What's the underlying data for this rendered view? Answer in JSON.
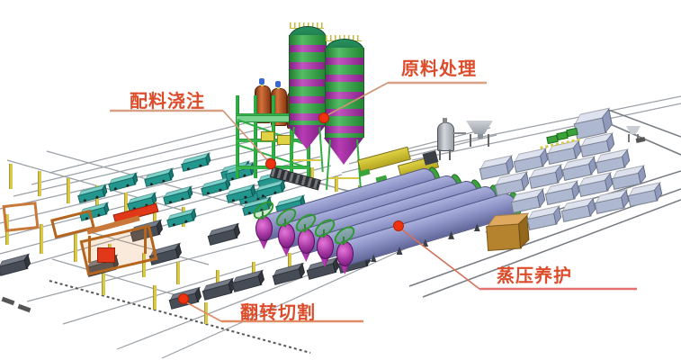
{
  "diagram": {
    "labels": [
      {
        "id": "batching-pouring",
        "text": "配料浇注"
      },
      {
        "id": "raw-material-processing",
        "text": "原料处理"
      },
      {
        "id": "autoclave-curing",
        "text": "蒸压养护"
      },
      {
        "id": "flip-cutting",
        "text": "翻转切割"
      }
    ]
  },
  "colors": {
    "label_text": "#dd4c2a",
    "underline_tan": "#d8a084",
    "underline_pink": "#e57272",
    "underline_salmon": "#e08a66",
    "leader_tan": "#cf9475",
    "leader_red": "#d4705c",
    "marker_red": "#ee3311",
    "marker_edge": "#b81f00",
    "silo_green": "#2fae43",
    "silo_magenta": "#b32fb2",
    "silo_cone_dark": "#6f1c76",
    "silo_cone_light": "#b93bb5",
    "silo_dome": "#1f7a4e",
    "tank_orange": "#d4713a",
    "tank_orange_dark": "#7e3413",
    "valve_blue": "#3a6ad0",
    "platform_green": "#35b54b",
    "deck_green": "#79d28d",
    "autoclave_body": "#8b90c4",
    "autoclave_hi": "#aab0dc",
    "autoclave_lo": "#62679a",
    "autoclave_edge": "#4f5382",
    "dome_magenta": "#a435a0",
    "cap_green": "#3aa33a",
    "cap_green_dark": "#1d6b1d",
    "car_top": "#7cd2ca",
    "car_side": "#23968e",
    "car_end": "#157a74",
    "post_yellow": "#d9c84a",
    "rail_gray": "#9aa0a6",
    "rail_dark": "#767b82",
    "cake_top": "#747b86",
    "cake_front": "#464c55",
    "cake_side": "#31363d",
    "pallet_top": "#dde2ee",
    "pallet_front": "#aeb8d0",
    "pallet_side": "#8f9abc",
    "crate_top": "#dfaa60",
    "crate_front": "#b5822e",
    "crate_side": "#93671c",
    "machine_orange": "#c87838",
    "machine_orange_dark": "#b5651d",
    "machine_red": "#e03818",
    "machine_yellow": "#e0d243",
    "steel_gray": "#b4b9bf",
    "motor_dark": "#3a3f46"
  },
  "equipment": [
    "raw-material-silo",
    "additive-tank",
    "batching-platform",
    "roller-conveyor",
    "pouring-ferry-crane",
    "mixer-tank",
    "feed-hopper",
    "autoclave-cylinder",
    "autoclave-door",
    "mold-flat-car",
    "green-cake-block",
    "finished-pallet",
    "cutting-machine",
    "overhead-crane-beam",
    "boiler-crate",
    "storage-yard",
    "rail-track",
    "yellow-post",
    "chain-conveyor",
    "transfer-cart"
  ]
}
